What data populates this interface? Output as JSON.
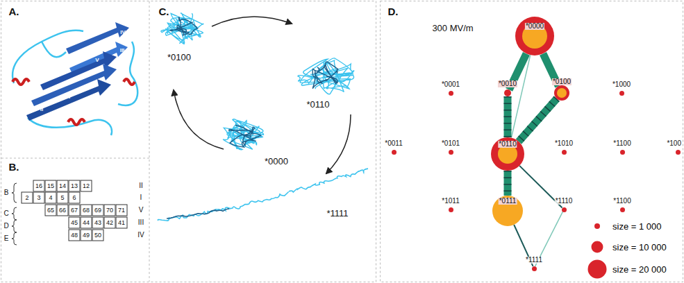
{
  "diagram": {
    "nodes": [
      {
        "text": [
          "*0000"
        ]
      },
      {
        "text": [
          "*0001"
        ]
      },
      {
        "text": [
          "*0010"
        ]
      },
      {
        "text": [
          "*0100"
        ]
      },
      {
        "text": [
          "*1000"
        ]
      },
      {
        "text": [
          "*0011"
        ]
      },
      {
        "text": [
          "*0101"
        ]
      },
      {
        "text": [
          "*0110"
        ]
      },
      {
        "text": [
          "*1010"
        ]
      },
      {
        "text": [
          "*1100"
        ]
      },
      {
        "text": [
          "*100"
        ]
      },
      {
        "text": [
          "*1011"
        ]
      },
      {
        "text": [
          "*0111"
        ]
      },
      {
        "text": [
          "*1110"
        ]
      },
      {
        "text": [
          "*1100"
        ]
      },
      {
        "text": [
          "*1111"
        ]
      }
    ],
    "edges": [
      {
        "from": 0,
        "to": 2,
        "arrow": "none"
      },
      {
        "from": 0,
        "to": 3,
        "arrow": "none"
      },
      {
        "from": 0,
        "to": 7,
        "arrow": "none"
      },
      {
        "from": 2,
        "to": 7,
        "arrow": "none"
      },
      {
        "from": 3,
        "to": 7,
        "arrow": "none"
      },
      {
        "from": 7,
        "to": 12,
        "arrow": "none"
      },
      {
        "from": 7,
        "to": 13,
        "arrow": "none"
      },
      {
        "from": 12,
        "to": 15,
        "arrow": "none"
      },
      {
        "from": 13,
        "to": 15,
        "arrow": "none"
      }
    ],
    "labels": [
      "A.",
      "B.",
      "C.",
      "D.",
      "IV",
      "III",
      "II",
      "V",
      "I",
      "B",
      "C",
      "D",
      "E",
      "16",
      "15",
      "14",
      "13",
      "12",
      "2",
      "3",
      "4",
      "5",
      "6",
      "65",
      "66",
      "67",
      "68",
      "69",
      "70",
      "71",
      "45",
      "44",
      "43",
      "42",
      "41",
      "48",
      "49",
      "50",
      "II",
      "I",
      "V",
      "III",
      "IV",
      "*0100",
      "*0110",
      "*0000",
      "*1111",
      "300 MV/m"
    ],
    "legend": [
      {
        "text": "size = 1 000"
      },
      {
        "text": "size = 10 000"
      },
      {
        "text": "size = 20 000"
      }
    ]
  }
}
